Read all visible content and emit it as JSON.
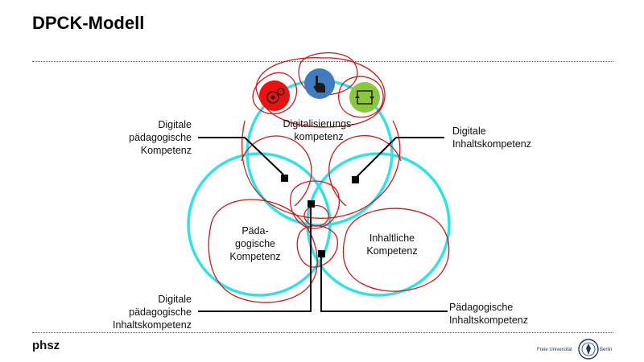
{
  "title": "DPCK-Modell",
  "footer": {
    "brand": "phsz",
    "logo_left": "Freie Universität",
    "logo_right": "Berlin"
  },
  "labels": {
    "dpk": [
      "Digitale",
      "pädagogische",
      "Kompetenz"
    ],
    "dik": [
      "Digitale",
      "Inhaltskompetenz"
    ],
    "digitalisierung": [
      "Digitalisierungs-",
      "kompetenz"
    ],
    "paed": [
      "Päda-",
      "gogische",
      "Kompetenz"
    ],
    "inhalt": [
      "Inhaltliche",
      "Kompetenz"
    ],
    "dpik": [
      "Digitale",
      "pädagogische",
      "Inhaltskompetenz"
    ],
    "pik": [
      "Pädagogische",
      "Inhaltskompetenz"
    ]
  },
  "icons": [
    "gear-icon",
    "hand-pointer-icon",
    "cycle-icon"
  ],
  "colors": {
    "circle": "#33e0ea",
    "scribble": "#d01818",
    "red_icon": "#ee1111",
    "blue_icon": "#3f7cc2",
    "green_icon": "#8cc63f"
  }
}
